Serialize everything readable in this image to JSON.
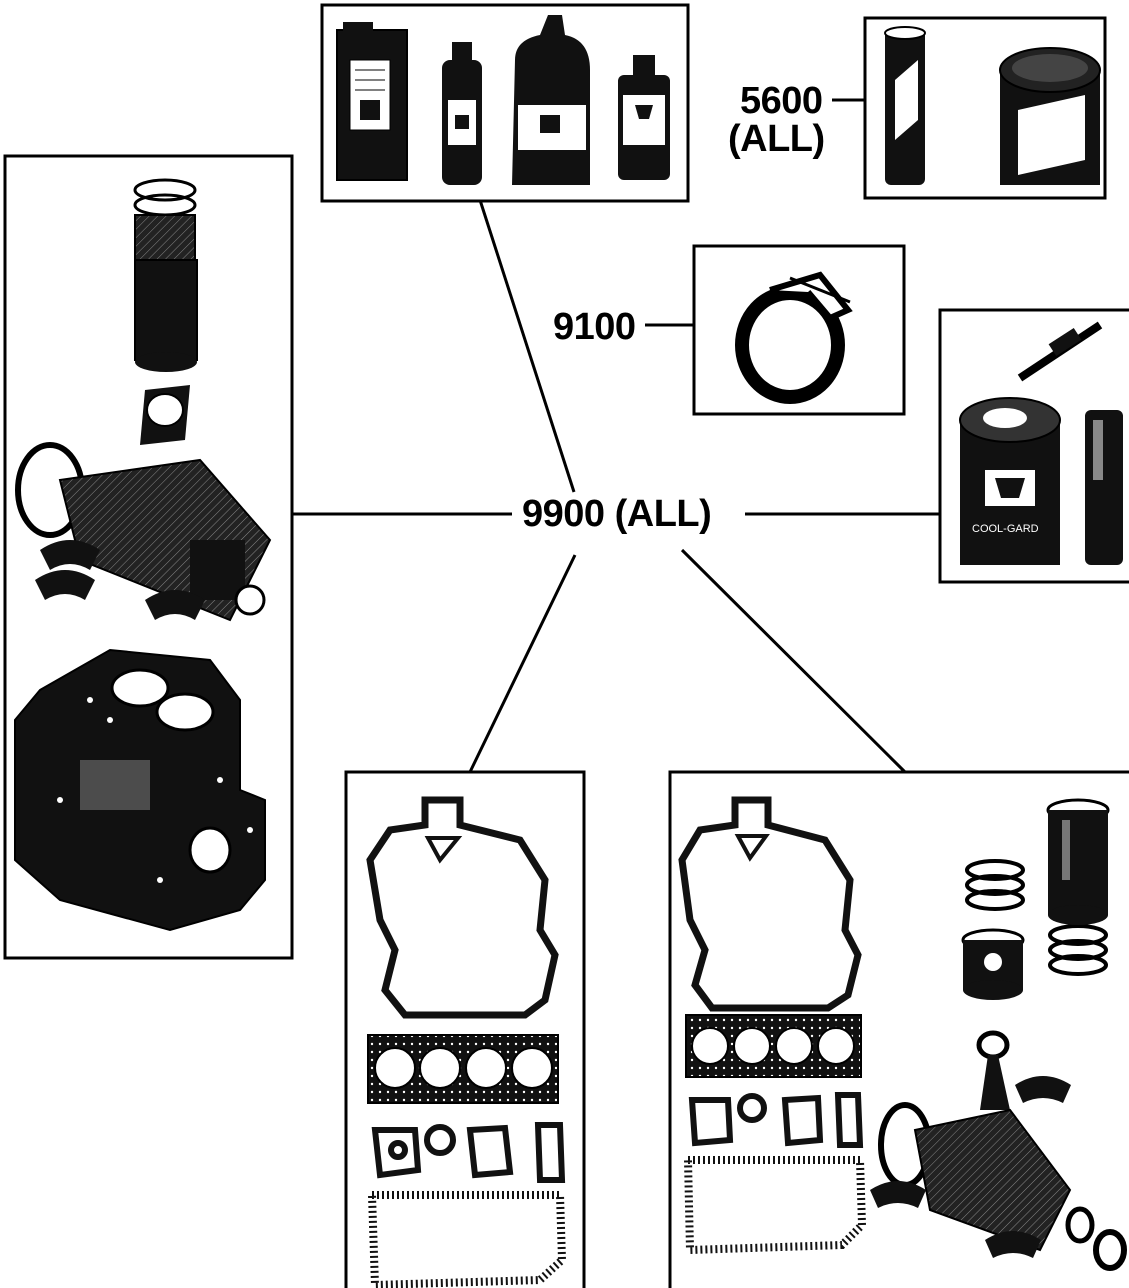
{
  "callouts": {
    "center": "9900 (ALL)",
    "label_9100": "9100",
    "label_5600_line1": "5600",
    "label_5600_line2": "(ALL)"
  },
  "product_text": {
    "coolant_can": "COOL-GARD"
  }
}
